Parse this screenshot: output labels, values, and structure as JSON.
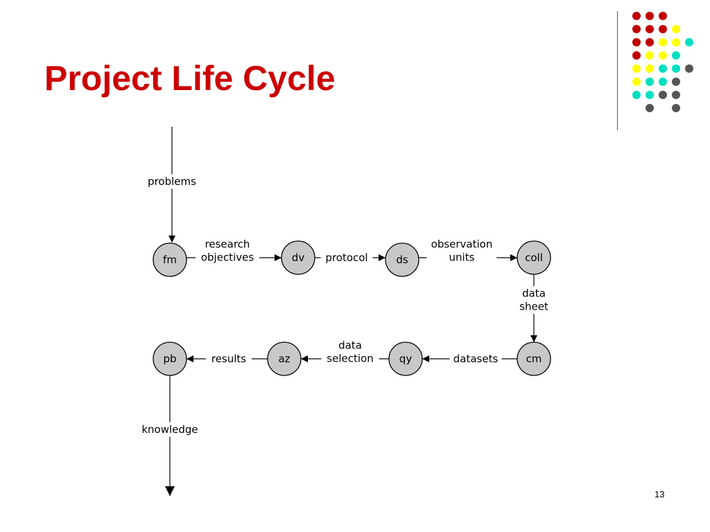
{
  "slide": {
    "title": "Project Life Cycle",
    "page_number": "13"
  },
  "theme": {
    "title_color": "#cc0000",
    "node_fill": "#c8c8c8",
    "node_stroke": "#000000",
    "dot_colors": {
      "r": "#c00000",
      "y": "#ffff00",
      "c": "#00e0c0",
      "g": "#555555"
    }
  },
  "decoration": {
    "dot_rows": [
      "rrr..",
      "rrry.",
      "rryyc",
      "ryyc.",
      "yycCg",
      "yccg.",
      "ccgg.",
      ".g.g."
    ]
  },
  "diagram": {
    "nodes": [
      {
        "id": "fm",
        "label": "fm"
      },
      {
        "id": "dv",
        "label": "dv"
      },
      {
        "id": "ds",
        "label": "ds"
      },
      {
        "id": "coll",
        "label": "coll"
      },
      {
        "id": "cm",
        "label": "cm"
      },
      {
        "id": "qy",
        "label": "qy"
      },
      {
        "id": "az",
        "label": "az"
      },
      {
        "id": "pb",
        "label": "pb"
      }
    ],
    "edges": [
      {
        "id": "in",
        "from": "",
        "to": "fm",
        "label": [
          "problems"
        ]
      },
      {
        "id": "e1",
        "from": "fm",
        "to": "dv",
        "label": [
          "research",
          "objectives"
        ]
      },
      {
        "id": "e2",
        "from": "dv",
        "to": "ds",
        "label": [
          "protocol"
        ]
      },
      {
        "id": "e3",
        "from": "ds",
        "to": "coll",
        "label": [
          "observation",
          "units"
        ]
      },
      {
        "id": "e4",
        "from": "coll",
        "to": "cm",
        "label": [
          "data",
          "sheet"
        ]
      },
      {
        "id": "e5",
        "from": "cm",
        "to": "qy",
        "label": [
          "datasets"
        ]
      },
      {
        "id": "e6",
        "from": "qy",
        "to": "az",
        "label": [
          "data",
          "selection"
        ]
      },
      {
        "id": "e7",
        "from": "az",
        "to": "pb",
        "label": [
          "results"
        ]
      },
      {
        "id": "out",
        "from": "pb",
        "to": "",
        "label": [
          "knowledge"
        ]
      }
    ]
  }
}
